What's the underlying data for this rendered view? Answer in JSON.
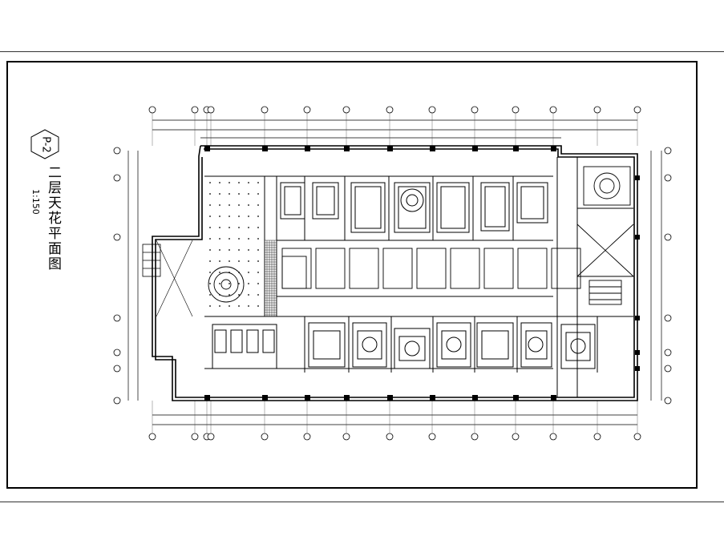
{
  "sheet": {
    "title": "二层天花平面图",
    "scale": "1:150",
    "code": "P-2"
  },
  "colors": {
    "line": "#000000",
    "grid": "#444444",
    "hatch": "#222222"
  }
}
